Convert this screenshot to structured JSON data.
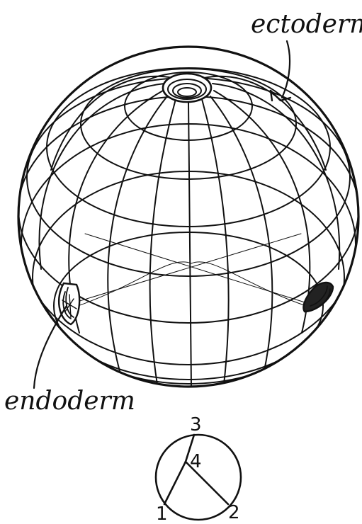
{
  "labels": {
    "ectoderm": "ectoderm",
    "endoderm": "endoderm"
  },
  "key_diagram": {
    "points": [
      "1",
      "2",
      "3",
      "4"
    ]
  }
}
